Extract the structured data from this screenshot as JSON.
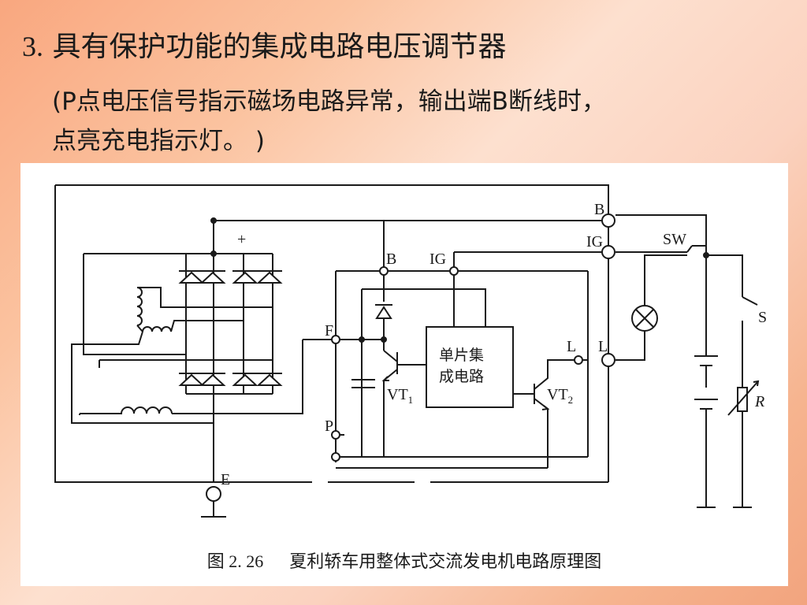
{
  "slide": {
    "title_number": "3.",
    "title_text": "具有保护功能的集成电路电压调节器",
    "subtitle_line1": "(P点电压信号指示磁场电路异常，输出端B断线时，",
    "subtitle_line2": "点亮充电指示灯。 )"
  },
  "diagram": {
    "labels": {
      "plus": "+",
      "b_outer": "B",
      "ig_outer": "IG",
      "sw": "SW",
      "s": "S",
      "r": "R",
      "b_inner": "B",
      "ig_inner": "IG",
      "f": "F",
      "p": "P",
      "e": "E",
      "l_inner": "L",
      "l_outer": "L",
      "vt1": "VT",
      "vt1_sub": "1",
      "vt2": "VT",
      "vt2_sub": "2",
      "ic_line1": "单片集",
      "ic_line2": "成电路"
    },
    "caption_number": "图 2. 26",
    "caption_text": "夏利轿车用整体式交流发电机电路原理图"
  }
}
